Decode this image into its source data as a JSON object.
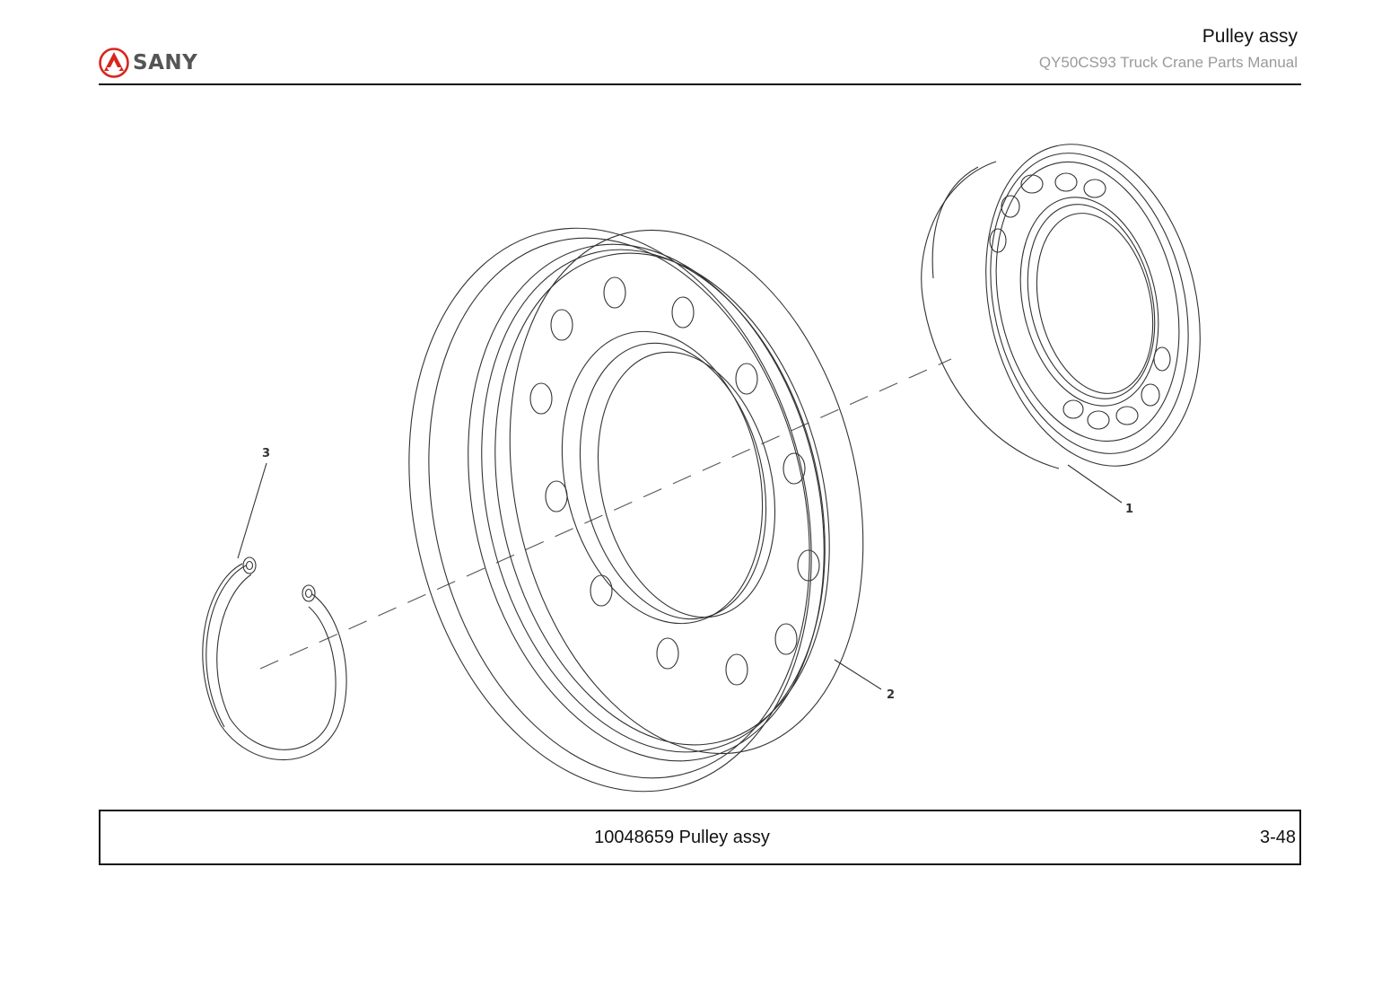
{
  "header": {
    "brand": "SANY",
    "title": "Pulley assy",
    "subtitle": "QY50CS93 Truck Crane  Parts Manual"
  },
  "drawing": {
    "callouts": [
      "1",
      "2",
      "3"
    ]
  },
  "footer": {
    "caption": "10048659 Pulley assy",
    "page": "3-48"
  },
  "colors": {
    "brand_red": "#d7261e",
    "line": "#333333"
  }
}
